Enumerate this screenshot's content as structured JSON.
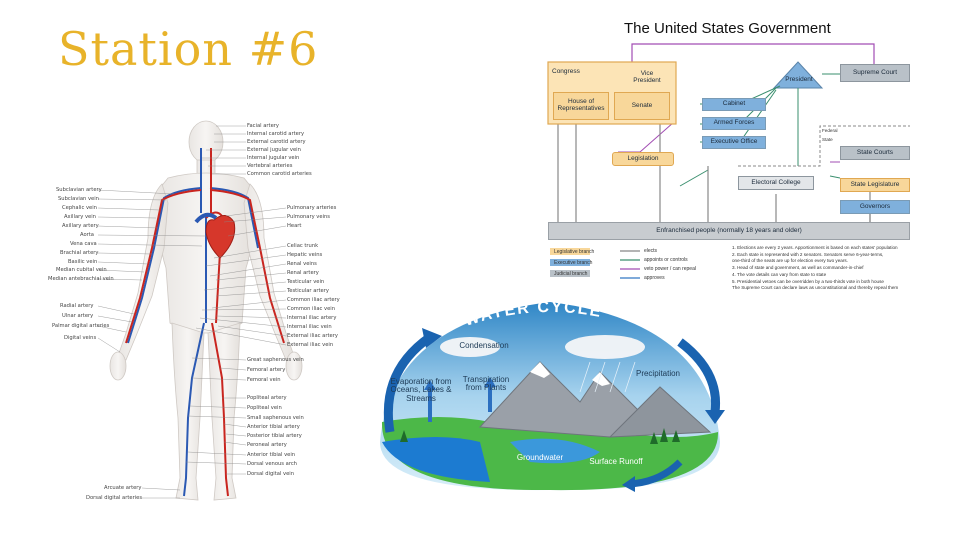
{
  "slide": {
    "title": "Station #6"
  },
  "circulatory": {
    "left_labels": [
      "Subclavian artery",
      "Subclavian vein",
      "Cephalic vein",
      "Axillary vein",
      "Axillary artery",
      "Aorta",
      "Vena cava",
      "Brachial artery",
      "Basilic vein",
      "Median cubital vein",
      "Median antebrachial vein",
      "Radial artery",
      "Ulnar artery",
      "Palmar digital arteries",
      "Digital veins"
    ],
    "right_labels": [
      "Facial artery",
      "Internal carotid artery",
      "External carotid artery",
      "External jugular vein",
      "Internal jugular vein",
      "Vertebral arteries",
      "Common carotid arteries",
      "Pulmonary arteries",
      "Pulmonary veins",
      "Heart",
      "Celiac trunk",
      "Hepatic veins",
      "Renal veins",
      "Renal artery",
      "Testicular vein",
      "Testicular artery",
      "Common iliac artery",
      "Common iliac vein",
      "Internal iliac artery",
      "Internal iliac vein",
      "External iliac artery",
      "External iliac vein",
      "Great saphenous vein",
      "Femoral artery",
      "Femoral vein",
      "Popliteal artery",
      "Popliteal vein",
      "Small saphenous vein",
      "Anterior tibial artery",
      "Posterior tibial artery",
      "Peroneal artery",
      "Anterior tibial vein",
      "Dorsal venous arch",
      "Dorsal digital vein"
    ],
    "bottom_labels": [
      "Arcuate artery",
      "Dorsal digital arteries"
    ]
  },
  "government": {
    "title": "The United States Government",
    "boxes": {
      "congress": "Congress",
      "vice_president": "Vice President",
      "house": "House of Representatives",
      "senate": "Senate",
      "president": "President",
      "supreme_court": "Supreme Court",
      "cabinet": "Cabinet",
      "armed_forces": "Armed Forces",
      "executive_office": "Executive Office",
      "legislation": "Legislation",
      "electoral_college": "Electoral College",
      "federal": "Federal",
      "state": "State",
      "state_courts": "State Courts",
      "state_legislature": "State Legislature",
      "governors": "Governors",
      "enfranchised": "Enfranchised people (normally 18 years and older)"
    },
    "legend": {
      "swatches": [
        "Legislative branch",
        "Executive branch",
        "Judicial branch"
      ],
      "arrows": [
        "elects",
        "appoints or controls",
        "veto power / can repeal",
        "approves"
      ]
    },
    "notes": [
      "1. Elections are every 2 years. Apportionment is based on each states' population",
      "2. Each state is represented with 2 senators. Senators serve 6-year-terms,",
      "   one-third of the seats are up for election every two years.",
      "3. Head of state and government, as well as commander-in-chief",
      "4. The vote details can vary from state to state",
      "5. Presidential vetoes can be overridden by a two-thirds vote in both house",
      "   The Supreme Court can declare laws as unconstitutional and thereby repeal them"
    ],
    "colors": {
      "legislative": "#f8d79a",
      "executive": "#7fb0dc",
      "judicial": "#b9c1c8"
    }
  },
  "water_cycle": {
    "title": "WATER CYCLE",
    "labels": {
      "condensation": "Condensation",
      "evaporation": "Evaporation from Oceans, Lakes & Streams",
      "transpiration": "Transpiration from Plants",
      "precipitation": "Precipitation",
      "groundwater": "Groundwater",
      "runoff": "Surface Runoff"
    }
  }
}
